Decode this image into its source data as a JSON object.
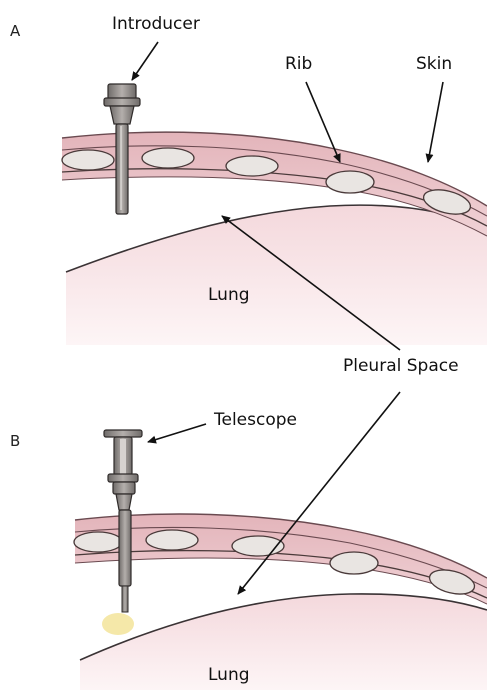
{
  "panels": [
    {
      "letter": "A",
      "labels": {
        "introducer": "Introducer",
        "rib": "Rib",
        "skin": "Skin",
        "lung": "Lung"
      }
    },
    {
      "letter": "B",
      "labels": {
        "telescope": "Telescope",
        "lung": "Lung"
      }
    }
  ],
  "shared_label": "Pleural Space",
  "colors": {
    "chest_wall": "#e8bfc4",
    "chest_wall_edge": "#6a4a50",
    "rib": "#e9e5e2",
    "rib_edge": "#4a3a3a",
    "lung": "#f7e6e8",
    "lung_edge": "#3a3335",
    "instrument": "#8a8684",
    "instrument_edge": "#2f2b2a",
    "fluid": "#f3e49a"
  },
  "icons": [
    "introducer-instrument",
    "telescope-instrument"
  ]
}
